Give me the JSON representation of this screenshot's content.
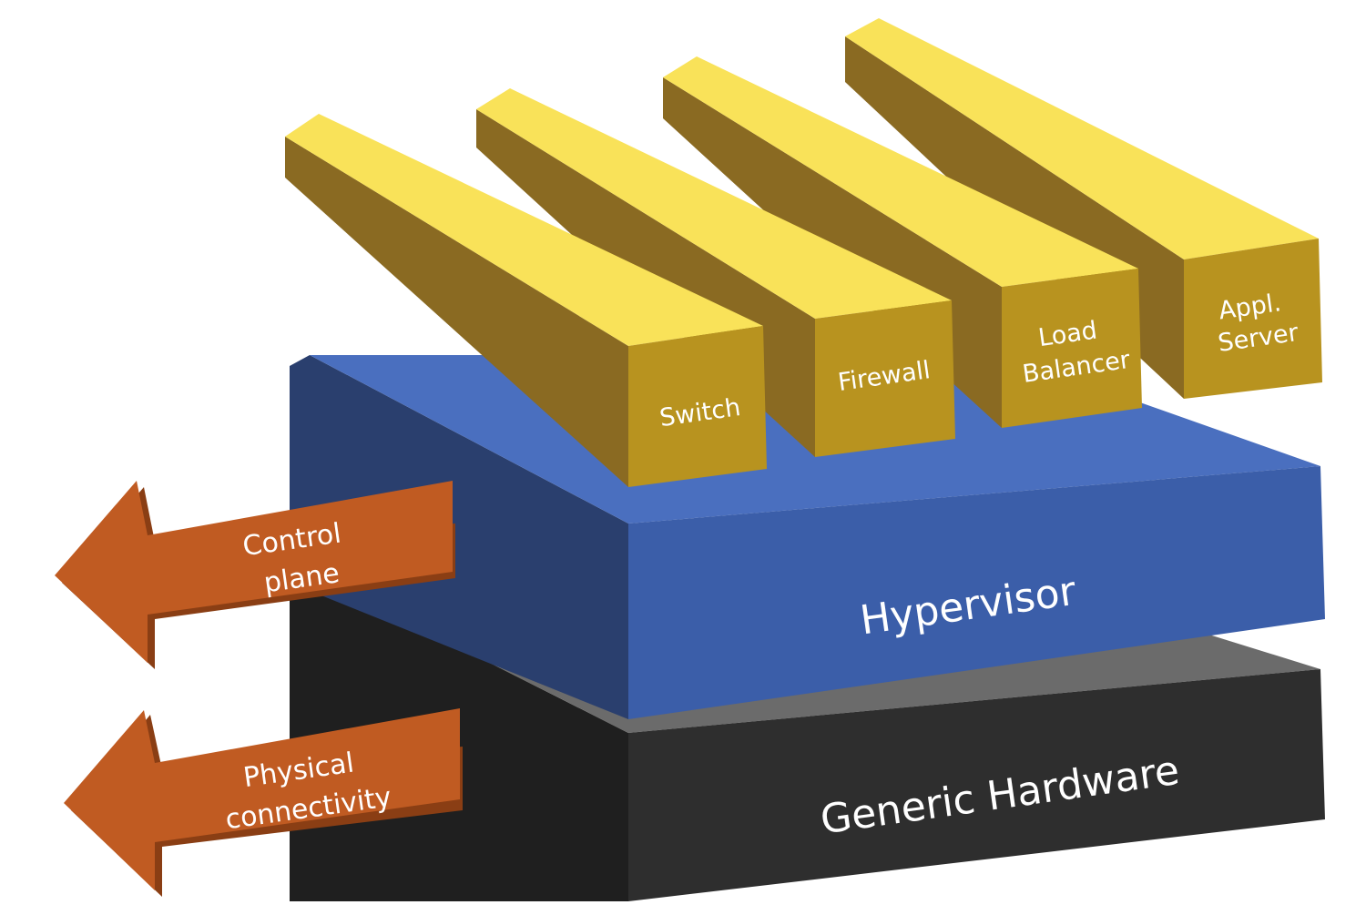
{
  "layers": {
    "hardware": {
      "label": "Generic Hardware"
    },
    "hypervisor": {
      "label": "Hypervisor"
    }
  },
  "functions": [
    {
      "lines": [
        "Switch"
      ]
    },
    {
      "lines": [
        "Firewall"
      ]
    },
    {
      "lines": [
        "Load",
        "Balancer"
      ]
    },
    {
      "lines": [
        "Appl.",
        "Server"
      ]
    }
  ],
  "arrows": {
    "control": {
      "lines": [
        "Control",
        "plane"
      ]
    },
    "physical": {
      "lines": [
        "Physical",
        "connectivity"
      ]
    }
  },
  "colors": {
    "yellow_top": "#f9e259",
    "yellow_front": "#b8931f",
    "yellow_side": "#8a6a22",
    "blue_top": "#4a6fbf",
    "blue_front": "#3b5ea9",
    "blue_side": "#2a3f6e",
    "hw_top": "#6b6b6b",
    "hw_front": "#2e2e2e",
    "hw_side": "#1f1f1f",
    "arrow_face": "#c05b22",
    "arrow_dark": "#8a3e14"
  }
}
